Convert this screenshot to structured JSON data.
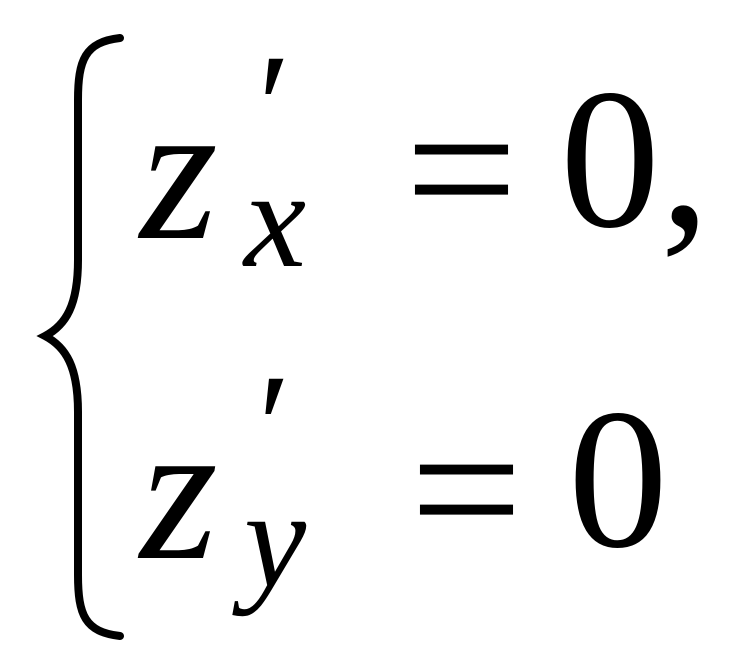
{
  "formula": {
    "equations": [
      {
        "variable": "z",
        "prime": "′",
        "subscript": "x",
        "equals": "=",
        "rhs": "0",
        "punctuation": ","
      },
      {
        "variable": "z",
        "prime": "′",
        "subscript": "y",
        "equals": "=",
        "rhs": "0",
        "punctuation": ""
      }
    ]
  }
}
